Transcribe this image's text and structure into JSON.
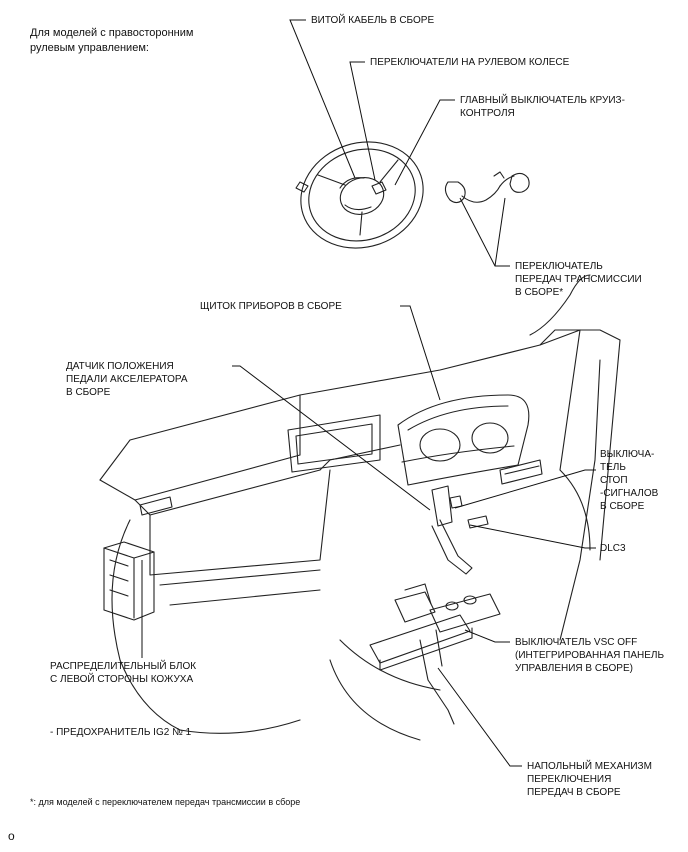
{
  "header_note": "Для моделей с правосторонним\nрулевым управлением:",
  "labels": {
    "spiral_cable": "ВИТОЙ КАБЕЛЬ В СБОРЕ",
    "steering_pad_switch": "ПЕРЕКЛЮЧАТЕЛИ НА РУЛЕВОМ КОЛЕСЕ",
    "cruise_main_switch": "ГЛАВНЫЙ ВЫКЛЮЧАТЕЛЬ КРУИЗ-\nКОНТРОЛЯ",
    "transmission_shift_switch": "ПЕРЕКЛЮЧАТЕЛЬ\nПЕРЕДАЧ ТРАНСМИССИИ\nВ СБОРЕ*",
    "combination_meter": "ЩИТОК ПРИБОРОВ В СБОРЕ",
    "accel_pedal_sensor": "ДАТЧИК ПОЛОЖЕНИЯ\nПЕДАЛИ АКСЕЛЕРАТОРА\nВ СБОРЕ",
    "stop_light_switch": "ВЫКЛЮЧА-\nТЕЛЬ\nСТОП\n-СИГНАЛОВ\nВ СБОРЕ",
    "dlc3": "DLC3",
    "vsc_off_switch": "ВЫКЛЮЧАТЕЛЬ VSC OFF\n(ИНТЕГРИРОВАННАЯ ПАНЕЛЬ\nУПРАВЛЕНИЯ В СБОРЕ)",
    "junction_block": "РАСПРЕДЕЛИТЕЛЬНЫЙ БЛОК\nС ЛЕВОЙ СТОРОНЫ КОЖУХА",
    "fuse": "- ПРЕДОХРАНИТЕЛЬ IG2 № 1",
    "floor_shift": "НАПОЛЬНЫЙ МЕХАНИЗМ\nПЕРЕКЛЮЧЕНИЯ\nПЕРЕДАЧ В СБОРЕ"
  },
  "footnote": "*: для моделей с переключателем передач трансмиссии в сборе",
  "page_marker": "o"
}
